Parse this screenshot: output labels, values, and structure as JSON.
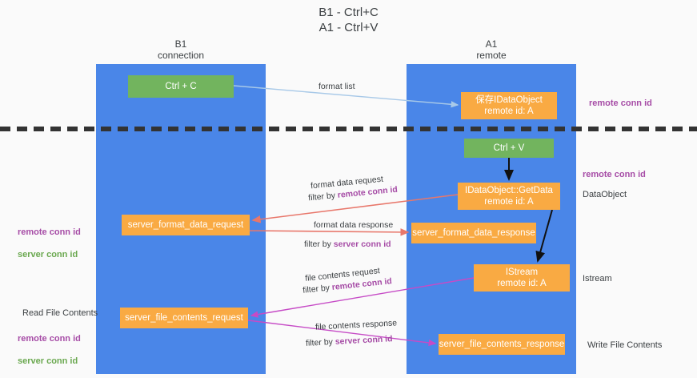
{
  "diagram": {
    "title": "B1 - Ctrl+C\nA1 - Ctrl+V",
    "columns": [
      {
        "name": "b1",
        "title": "B1\nconnection"
      },
      {
        "name": "a1",
        "title": "A1\nremote"
      }
    ],
    "nodes": [
      {
        "id": "ctrl-c",
        "label": "Ctrl + C",
        "color": "#72b45e",
        "column": "b1"
      },
      {
        "id": "save-idataobject",
        "label": "保存IDataObject\nremote id: A",
        "color": "#f9aa43",
        "column": "a1"
      },
      {
        "id": "ctrl-v",
        "label": "Ctrl + V",
        "color": "#72b45e",
        "column": "a1"
      },
      {
        "id": "idataobject-getdata",
        "label": "IDataObject::GetData\nremote id: A",
        "color": "#f9aa43",
        "column": "a1"
      },
      {
        "id": "server-format-data-request",
        "label": "server_format_data_request",
        "color": "#f9aa43",
        "column": "b1"
      },
      {
        "id": "server-format-data-response",
        "label": "server_format_data_response",
        "color": "#f9aa43",
        "column": "a1"
      },
      {
        "id": "istream",
        "label": "IStream\nremote id: A",
        "color": "#f9aa43",
        "column": "a1"
      },
      {
        "id": "server-file-contents-request",
        "label": "server_file_contents_request",
        "color": "#f9aa43",
        "column": "b1"
      },
      {
        "id": "server-file-contents-response",
        "label": "server_file_contents_response",
        "color": "#f9aa43",
        "column": "a1"
      }
    ],
    "edge_labels": {
      "format_list": "format list",
      "format_data_request": "format data request",
      "format_data_request_filter_prefix": "filter by ",
      "format_data_request_filter_value": "remote conn id",
      "format_data_response": "format data response",
      "format_data_response_filter_prefix": "filter by ",
      "format_data_response_filter_value": "server conn id",
      "file_contents_request": "file contents request",
      "file_contents_request_filter_prefix": "filter by ",
      "file_contents_request_filter_value": "remote conn id",
      "file_contents_response": "file contents response",
      "file_contents_response_filter_prefix": "filter by ",
      "file_contents_response_filter_value": "server conn id"
    },
    "right_notes": {
      "remote_conn_id_top": "remote conn id",
      "remote_conn_id_mid": "remote conn id",
      "data_object": "DataObject",
      "istream": "Istream",
      "write_file_contents": "Write File Contents"
    },
    "left_notes": {
      "remote_conn_id": "remote conn id",
      "server_conn_id": "server conn id",
      "read_file_contents": "Read File Contents",
      "remote_conn_id_2": "remote conn id",
      "server_conn_id_2": "server conn id"
    },
    "colors": {
      "column_blue": "#4a86e8",
      "node_orange": "#f9aa43",
      "node_green": "#72b45e",
      "purple_text": "#a64ca6",
      "green_text": "#6aa84f",
      "arrow_blue": "#a8c9e8",
      "arrow_red": "#e8776b",
      "arrow_black": "#000000",
      "arrow_magenta": "#c64bc6",
      "divider_black": "#333333",
      "background": "#fafafa"
    }
  }
}
